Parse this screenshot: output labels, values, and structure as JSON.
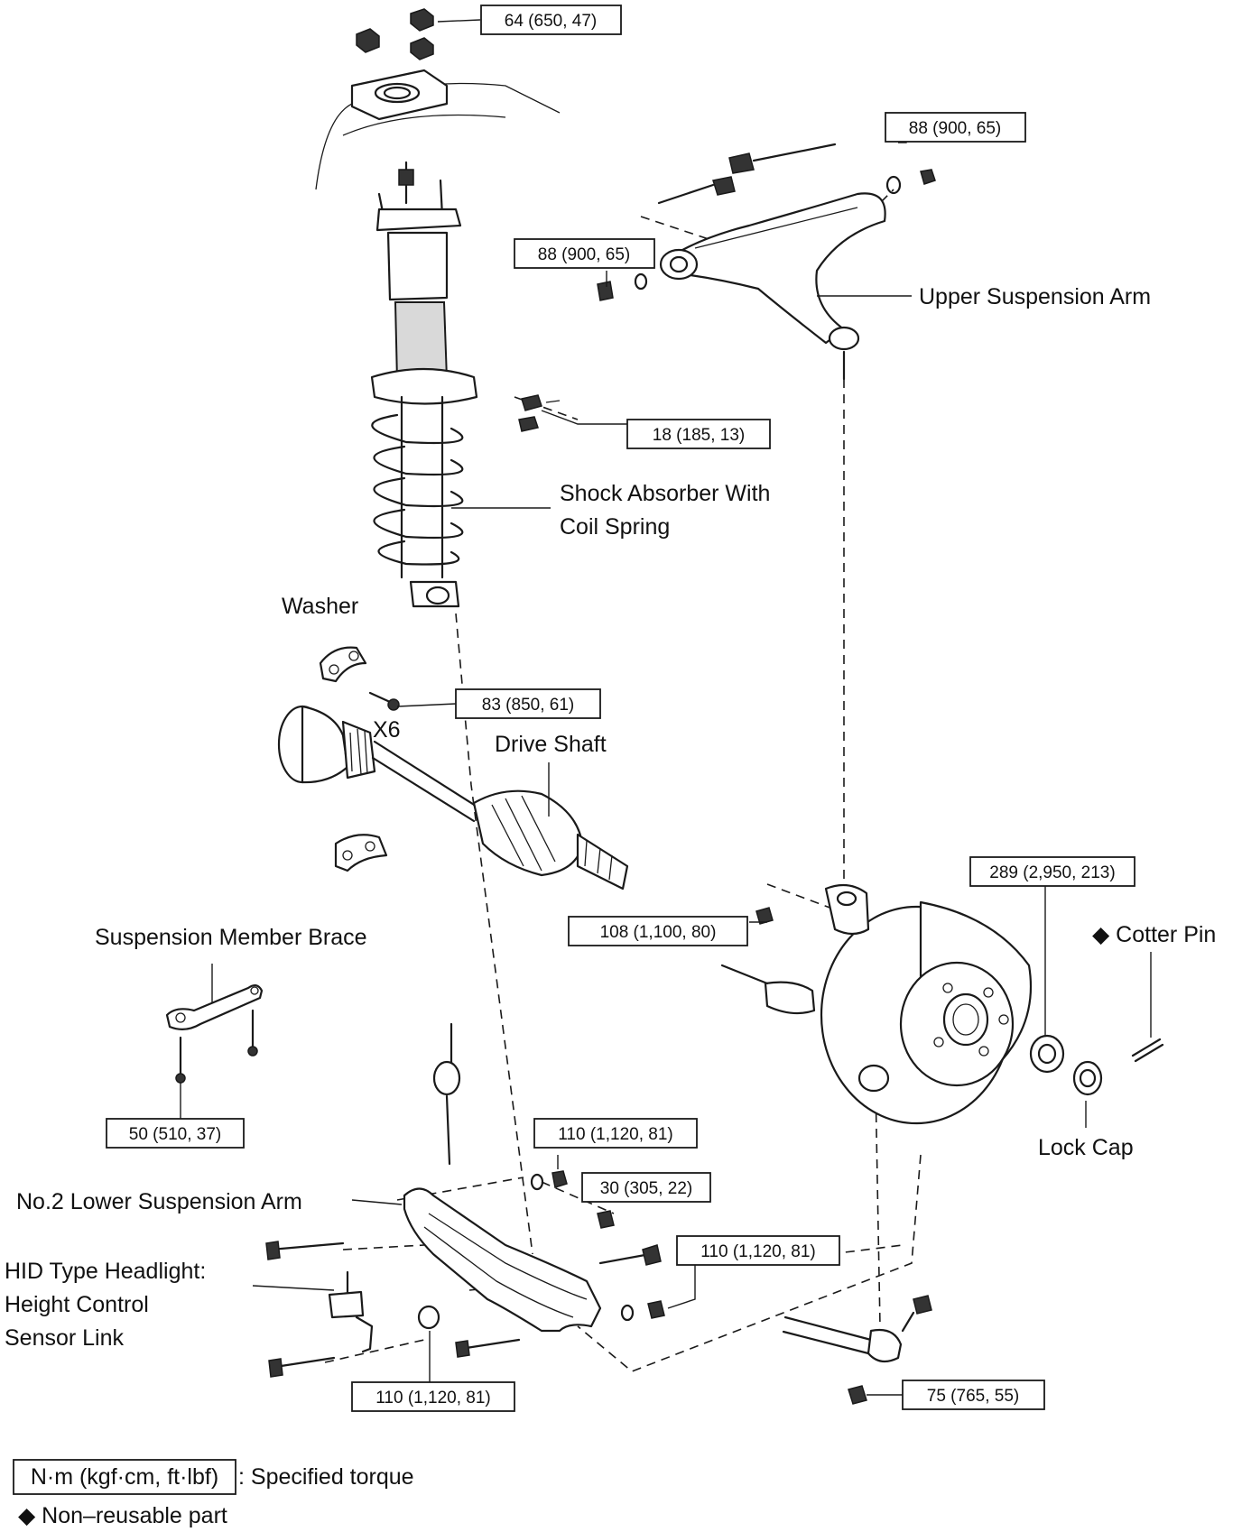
{
  "torques": {
    "t_upper_mount": "64 (650, 47)",
    "t_upper_arm_right": "88 (900, 65)",
    "t_upper_arm_left": "88 (900, 65)",
    "t_bracket_bolts": "18 (185, 13)",
    "t_driveshaft": "83 (850, 61)",
    "t_hub_nut": "289 (2,950, 213)",
    "t_knuckle_nut": "108 (1,100, 80)",
    "t_brace_bolt": "50 (510, 37)",
    "t_lower_nut_top": "110 (1,120, 81)",
    "t_lower_small": "30 (305, 22)",
    "t_lower_right": "110 (1,120, 81)",
    "t_lower_bottom": "110 (1,120, 81)",
    "t_stabilizer": "75 (765, 55)"
  },
  "labels": {
    "upper_arm": "Upper Suspension Arm",
    "shock_line1": "Shock Absorber With",
    "shock_line2": "Coil Spring",
    "washer": "Washer",
    "x6": "X6",
    "drive_shaft": "Drive Shaft",
    "brace": "Suspension Member Brace",
    "cotter_pin": "◆ Cotter Pin",
    "lock_cap": "Lock Cap",
    "lower_arm": "No.2 Lower Suspension Arm",
    "hid_line1": "HID Type Headlight:",
    "hid_line2": "Height Control",
    "hid_line3": "Sensor Link"
  },
  "legend": {
    "unit_box": "N·m (kgf·cm, ft·lbf)",
    "unit_desc": ": Specified torque",
    "nonreusable": "◆ Non–reusable part"
  }
}
